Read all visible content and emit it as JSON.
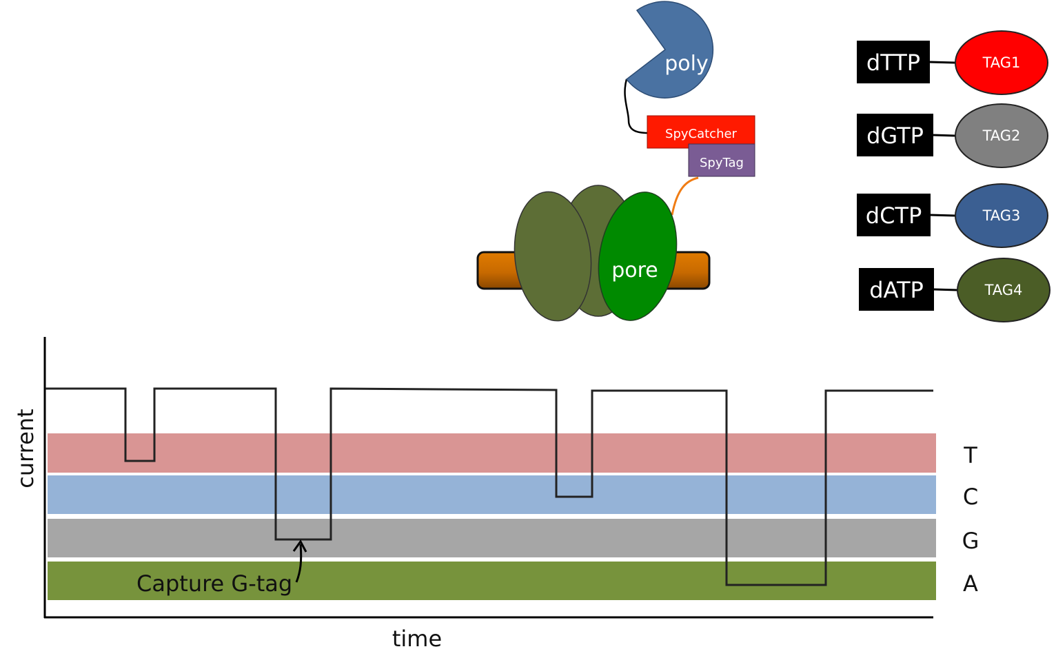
{
  "polymerase": {
    "label": "poly"
  },
  "spycatcher": {
    "label": "SpyCatcher"
  },
  "spytag": {
    "label": "SpyTag"
  },
  "pore": {
    "label": "pore"
  },
  "legend": [
    {
      "nucleotide": "dTTP",
      "tag": "TAG1",
      "color": "#ff0000"
    },
    {
      "nucleotide": "dGTP",
      "tag": "TAG2",
      "color": "#808080"
    },
    {
      "nucleotide": "dCTP",
      "tag": "TAG3",
      "color": "#3b5f92"
    },
    {
      "nucleotide": "dATP",
      "tag": "TAG4",
      "color": "#4b5d26"
    }
  ],
  "trace_plot": {
    "y_label": "current",
    "x_label": "time",
    "annotation": "Capture G-tag",
    "bands": [
      {
        "base": "T",
        "color": "#d99594"
      },
      {
        "base": "C",
        "color": "#95b3d7"
      },
      {
        "base": "G",
        "color": "#a6a6a6"
      },
      {
        "base": "A",
        "color": "#77933c"
      }
    ]
  }
}
